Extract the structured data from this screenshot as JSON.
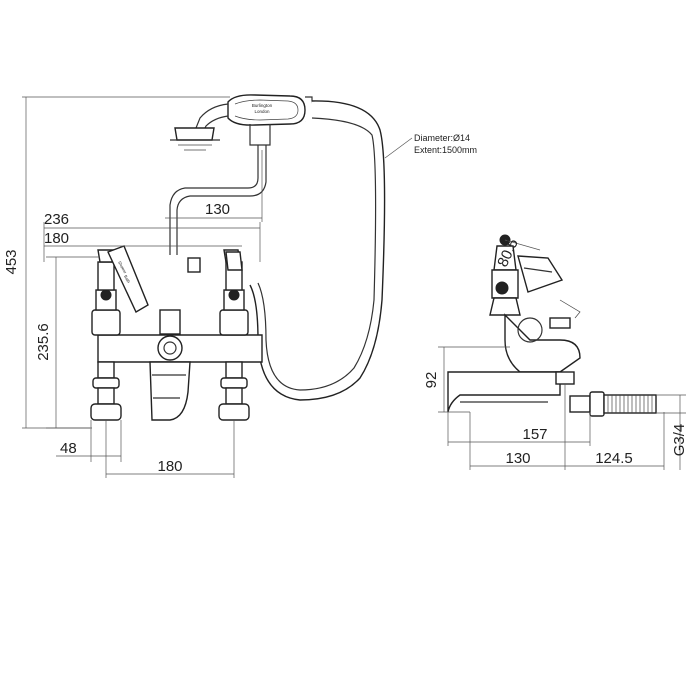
{
  "front_view": {
    "dim_total_height": "453",
    "dim_overall_width": "236",
    "dim_lever_span": "180",
    "dim_hose_offset": "130",
    "dim_body_height": "235.6",
    "dim_foot_width": "48",
    "dim_leg_centres": "180",
    "hose_note_diameter": "Diameter:Ø14",
    "hose_note_extent": "Extent:1500mm",
    "handset_brand": "Burlington",
    "handset_city": "London",
    "lever_label_top": "Shower",
    "lever_label_bottom": "Bath"
  },
  "side_view": {
    "dim_lever_angle": "80.5",
    "dim_spout_height": "92",
    "dim_spout_reach": "157",
    "dim_spout_to_leg": "130",
    "dim_leg_length": "124.5",
    "dim_thread": "G3/4"
  }
}
